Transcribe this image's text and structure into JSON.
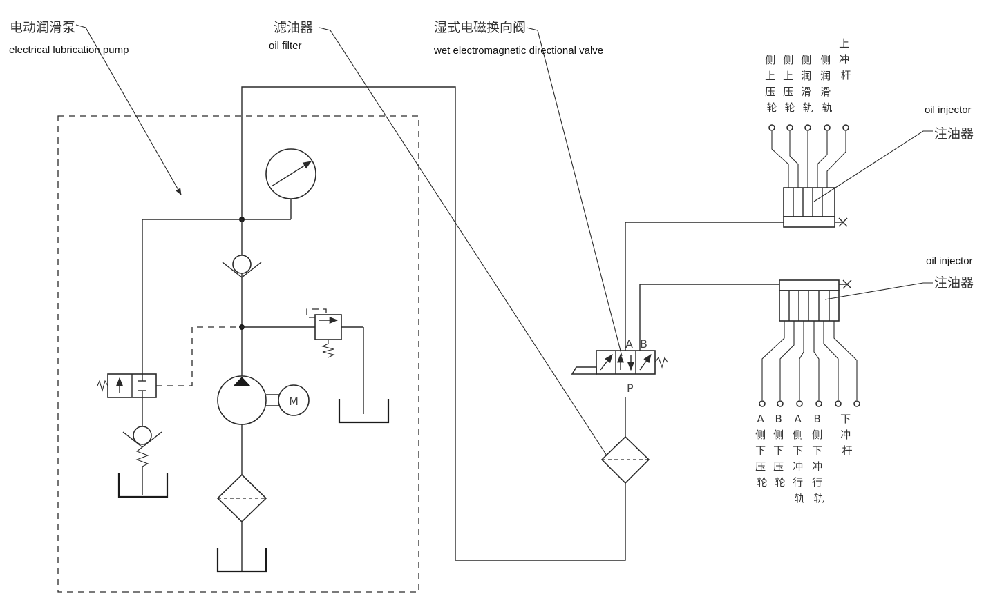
{
  "labels": {
    "pump_cn": "电动润滑泵",
    "pump_en": "electrical lubrication pump",
    "filter_cn": "滤油器",
    "filter_en": "oil filter",
    "valve_cn": "湿式电磁换向阀",
    "valve_en": "wet electromagnetic directional valve",
    "injector_top_en": "oil injector",
    "injector_top_cn": "注油器",
    "injector_bottom_en": "oil injector",
    "injector_bottom_cn": "注油器",
    "motor": "M",
    "port_a": "A",
    "port_b": "B",
    "port_p": "P"
  },
  "top_outlets": [
    [
      "侧",
      "上",
      "压",
      "轮"
    ],
    [
      "侧",
      "上",
      "压",
      "轮"
    ],
    [
      "侧",
      "润",
      "滑",
      "轨"
    ],
    [
      "侧",
      "润",
      "滑",
      "轨"
    ],
    [
      "上",
      "冲",
      "杆"
    ]
  ],
  "bottom_outlets": [
    [
      "A",
      "侧",
      "下",
      "压",
      "轮"
    ],
    [
      "B",
      "侧",
      "下",
      "压",
      "轮"
    ],
    [
      "A",
      "侧",
      "下",
      "冲",
      "行",
      "轨"
    ],
    [
      "B",
      "侧",
      "下",
      "冲",
      "行",
      "轨"
    ],
    [
      "下",
      "冲",
      "杆"
    ]
  ]
}
